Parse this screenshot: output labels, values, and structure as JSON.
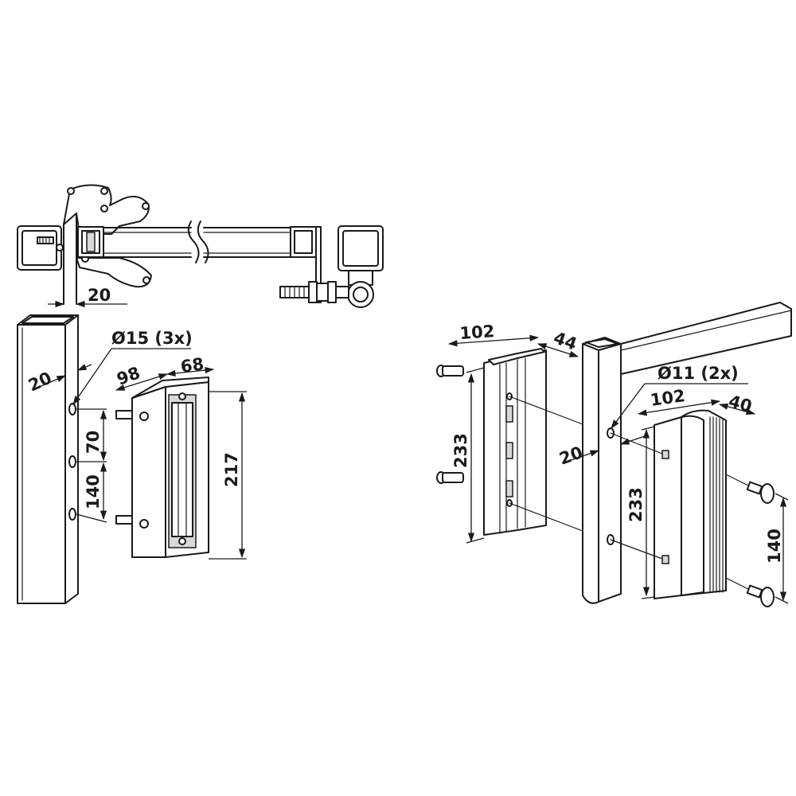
{
  "dimensions": {
    "top_offset": "20",
    "left_post_offset": "20",
    "left_hole_diameter": "Ø15 (3x)",
    "left_width": "98",
    "left_depth": "68",
    "left_height": "217",
    "left_hole_spacing_small": "70",
    "left_hole_spacing_large": "140",
    "right_lock_width": "102",
    "right_lock_depth": "44",
    "right_lock_height": "233",
    "right_post_offset": "20",
    "right_hole_diameter": "Ø11 (2x)",
    "right_keep_width": "102",
    "right_keep_depth": "40",
    "right_keep_height": "233",
    "right_screw_spacing": "140"
  }
}
